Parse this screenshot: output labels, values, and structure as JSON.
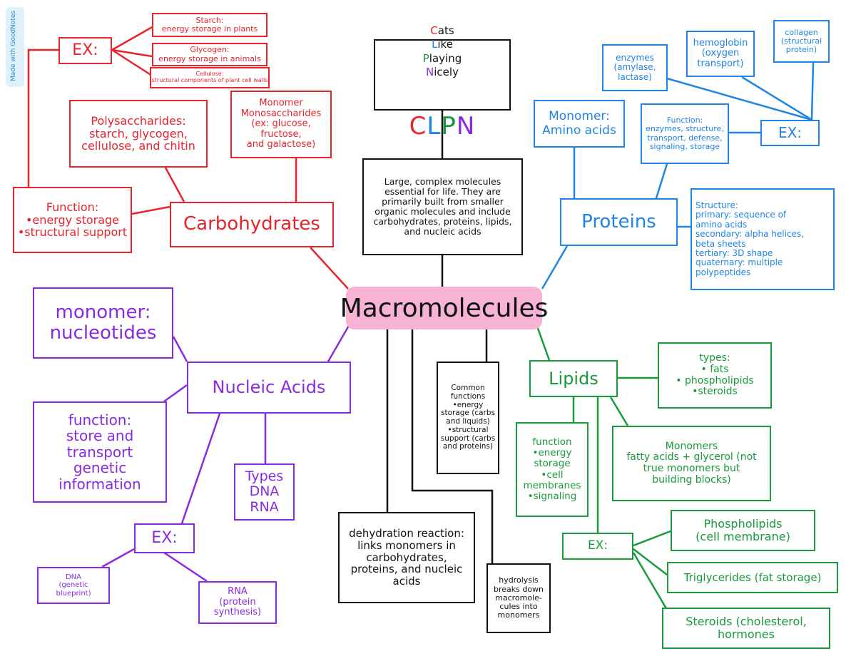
{
  "title": "Macromolecules",
  "watermark": "Made with GoodNotes",
  "mnemonic": {
    "words": [
      "ats",
      "ike",
      "laying",
      "icely"
    ],
    "initials": [
      "C",
      "L",
      "P",
      "N"
    ],
    "acronym": "CLPN",
    "colors": [
      "#e8232c",
      "#1f84e6",
      "#189a3c",
      "#8a2be2"
    ]
  },
  "overview": "Large, complex molecules essential for life. They are primarily built from smaller organic molecules and include carbohydrates, proteins, lipids, and nucleic acids",
  "common_functions": "Common functions\n•energy storage (carbs and liquids)\n•structural support (carbs and proteins)",
  "dehydration": "dehydration reaction: links monomers in carbohydrates, proteins, and nucleic acids",
  "hydrolysis": "hydrolysis breaks down macromole-cules into monomers",
  "carbohydrates": {
    "label": "Carbohydrates",
    "ex_label": "EX:",
    "examples": [
      "Starch:\nenergy storage in plants",
      "Glycogen:\nenergy storage in animals",
      "Cellulose:\nstructural components of plant cell walls"
    ],
    "polysaccharides": "Polysaccharides:\nstarch, glycogen,\ncellulose, and chitin",
    "monomer": "Monomer\nMonosaccharides\n(ex: glucose,\nfructose,\nand galactose)",
    "function": "Function:\n•energy storage\n•structural support"
  },
  "proteins": {
    "label": "Proteins",
    "ex_label": "EX:",
    "examples": [
      "enzymes\n(amylase,\nlactase)",
      "hemoglobin\n(oxygen\ntransport)",
      "collagen\n(structural\nprotein)"
    ],
    "monomer": "Monomer:\nAmino acids",
    "function": "Function:\nenzymes, structure,\ntransport, defense,\nsignaling, storage",
    "structure": "Structure:\nprimary: sequence of\namino acids\nsecondary: alpha helices,\nbeta sheets\ntertiary: 3D shape\nquaternary: multiple\npolypeptides"
  },
  "lipids": {
    "label": "Lipids",
    "ex_label": "EX:",
    "types": "types:\n• fats\n• phospholipids\n•steroids",
    "function": "function\n•energy\nstorage\n•cell\nmembranes\n•signaling",
    "monomers": "Monomers\nfatty acids + glycerol (not\ntrue monomers but\nbuilding blocks)",
    "examples": [
      "Phospholipids\n(cell membrane)",
      "Triglycerides (fat storage)",
      "Steroids (cholesterol,\nhormones"
    ]
  },
  "nucleic_acids": {
    "label": "Nucleic Acids",
    "ex_label": "EX:",
    "monomer": "monomer:\nnucleotides",
    "function": "function:\nstore and\ntransport\ngenetic\ninformation",
    "types": "Types\nDNA\nRNA",
    "examples": [
      "DNA\n(genetic\nblueprint)",
      "RNA\n(protein\nsynthesis)"
    ]
  },
  "colors": {
    "carbohydrates": "#e8232c",
    "proteins": "#1f84e6",
    "lipids": "#189a3c",
    "nucleic_acids": "#8a2be2",
    "center_fill": "#f7b3d4",
    "neutral": "#111111"
  }
}
